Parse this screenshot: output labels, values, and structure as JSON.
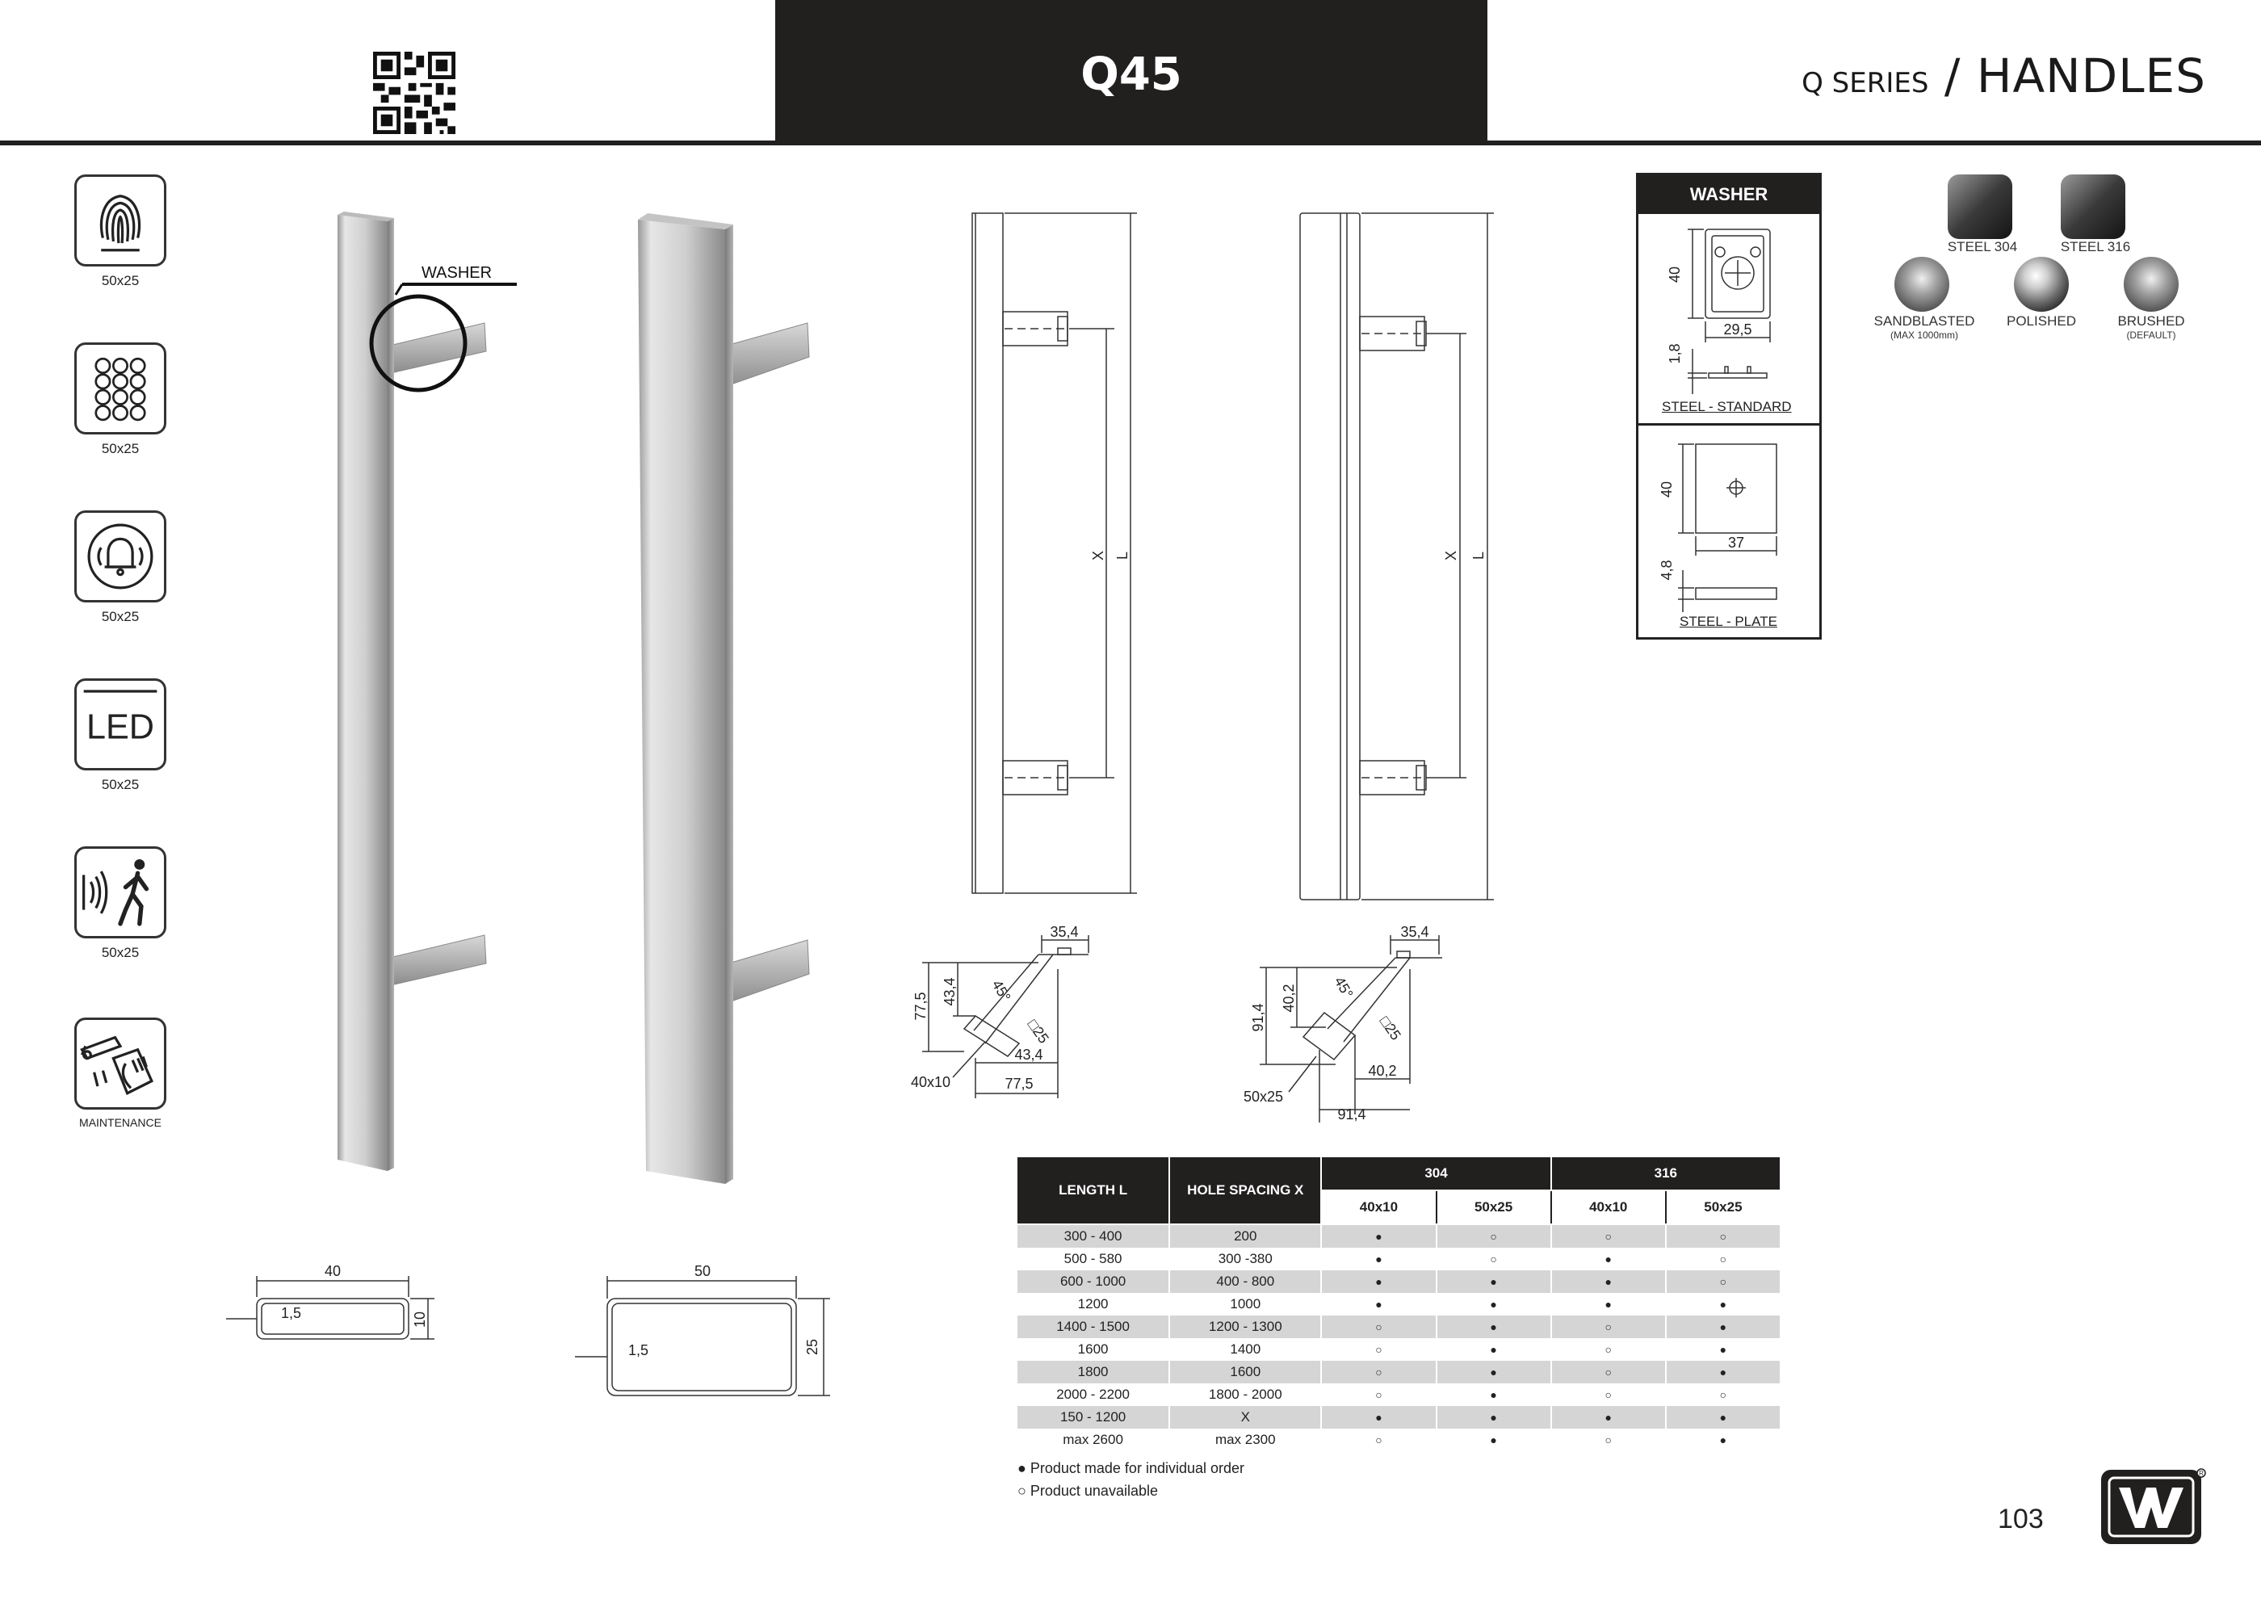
{
  "header": {
    "title": "Q45",
    "series_small": "Q SERIES",
    "series_sep": " / ",
    "series_big": "HANDLES"
  },
  "features": [
    {
      "icon": "fingerprint-icon",
      "label": "50x25"
    },
    {
      "icon": "keypad-icon",
      "label": "50x25"
    },
    {
      "icon": "bell-icon",
      "label": "50x25"
    },
    {
      "icon": "led-icon",
      "label": "50x25",
      "icon_text": "LED"
    },
    {
      "icon": "motion-sensor-icon",
      "label": "50x25"
    },
    {
      "icon": "maintenance-icon",
      "label": "MAINTENANCE"
    }
  ],
  "drawing_labels": {
    "washer_callout": "WASHER",
    "x": "X",
    "l": "L",
    "profile1": {
      "width": "40",
      "height": "10",
      "wall": "1,5",
      "name": "40x10"
    },
    "profile2": {
      "width": "50",
      "height": "25",
      "wall": "1,5",
      "name": "50x25"
    },
    "top1": {
      "a": "35,4",
      "b": "43,4",
      "c": "77,5",
      "d": "43,4",
      "e": "77,5",
      "angle": "45°",
      "sq": "□25"
    },
    "top2": {
      "a": "35,4",
      "b": "40,2",
      "c": "91,4",
      "d": "40,2",
      "e": "91,4",
      "angle": "45°",
      "sq": "□25"
    }
  },
  "washer": {
    "title": "WASHER",
    "standard": {
      "height": "40",
      "width": "29,5",
      "thickness": "1,8",
      "caption": "STEEL - STANDARD"
    },
    "plate": {
      "height": "40",
      "width": "37",
      "thickness": "4,8",
      "caption": "STEEL - PLATE"
    }
  },
  "finishes": {
    "materials": [
      "STEEL 304",
      "STEEL 316"
    ],
    "surfaces": [
      {
        "name": "SANDBLASTED",
        "note": "(MAX 1000mm)"
      },
      {
        "name": "POLISHED",
        "note": ""
      },
      {
        "name": "BRUSHED",
        "note": "(DEFAULT)"
      }
    ]
  },
  "table": {
    "headers": {
      "length": "LENGTH L",
      "spacing": "HOLE SPACING X",
      "g304": "304",
      "g316": "316",
      "sub": [
        "40x10",
        "50x25",
        "40x10",
        "50x25"
      ]
    },
    "rows": [
      {
        "l": "300 - 400",
        "x": "200",
        "m": [
          "●",
          "○",
          "○",
          "○"
        ]
      },
      {
        "l": "500 - 580",
        "x": "300 -380",
        "m": [
          "●",
          "○",
          "●",
          "○"
        ]
      },
      {
        "l": "600 - 1000",
        "x": "400 - 800",
        "m": [
          "●",
          "●",
          "●",
          "○"
        ]
      },
      {
        "l": "1200",
        "x": "1000",
        "m": [
          "●",
          "●",
          "●",
          "●"
        ]
      },
      {
        "l": "1400 - 1500",
        "x": "1200 - 1300",
        "m": [
          "○",
          "●",
          "○",
          "●"
        ]
      },
      {
        "l": "1600",
        "x": "1400",
        "m": [
          "○",
          "●",
          "○",
          "●"
        ]
      },
      {
        "l": "1800",
        "x": "1600",
        "m": [
          "○",
          "●",
          "○",
          "●"
        ]
      },
      {
        "l": "2000 - 2200",
        "x": "1800 - 2000",
        "m": [
          "○",
          "●",
          "○",
          "○"
        ]
      },
      {
        "l": "150 - 1200",
        "x": "X",
        "m": [
          "●",
          "●",
          "●",
          "●"
        ]
      },
      {
        "l": "max 2600",
        "x": "max 2300",
        "m": [
          "○",
          "●",
          "○",
          "●"
        ]
      }
    ],
    "legend": [
      "● Product made for individual order",
      "○ Product unavailable"
    ]
  },
  "page_number": "103",
  "logo_icon": "brand-w-logo",
  "colors": {
    "dark": "#221f1f",
    "row_shade": "#d5d5d5"
  }
}
